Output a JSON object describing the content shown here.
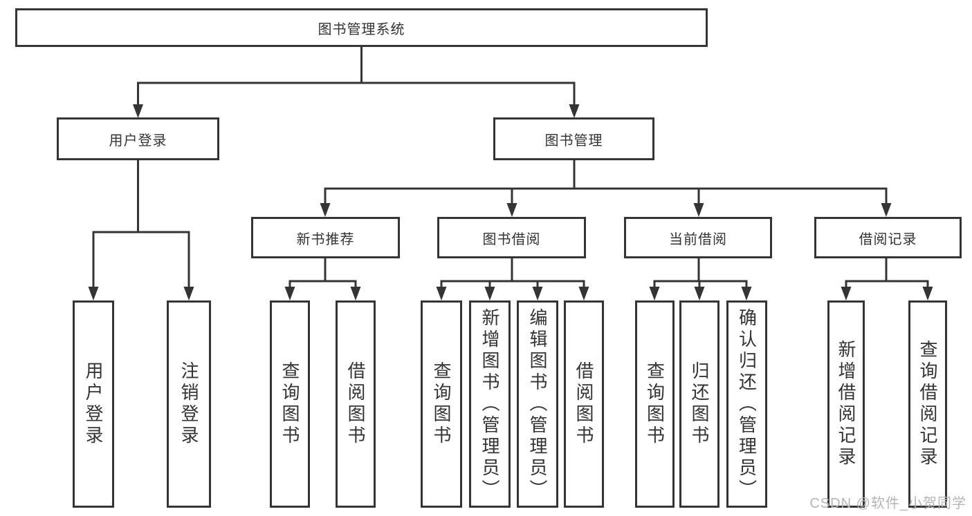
{
  "diagram": {
    "title": "图书管理系统",
    "branches": [
      {
        "label": "用户登录",
        "children": [
          {
            "label": "用户登录"
          },
          {
            "label": "注销登录"
          }
        ]
      },
      {
        "label": "图书管理",
        "children": [
          {
            "label": "新书推荐",
            "children": [
              {
                "label": "查询图书"
              },
              {
                "label": "借阅图书"
              }
            ]
          },
          {
            "label": "图书借阅",
            "children": [
              {
                "label": "查询图书"
              },
              {
                "label": "新增图书（管理员）"
              },
              {
                "label": "编辑图书（管理员）"
              },
              {
                "label": "借阅图书"
              }
            ]
          },
          {
            "label": "当前借阅",
            "children": [
              {
                "label": "查询图书"
              },
              {
                "label": "归还图书"
              },
              {
                "label": "确认归还（管理员）"
              }
            ]
          },
          {
            "label": "借阅记录",
            "children": [
              {
                "label": "新增借阅记录"
              },
              {
                "label": "查询借阅记录"
              }
            ]
          }
        ]
      }
    ]
  },
  "watermark": {
    "text": "CSDN @软件_小贺同学"
  },
  "colors": {
    "line": "#343434",
    "text": "#333333",
    "watermark": "#b5b5b5",
    "background": "#ffffff"
  }
}
